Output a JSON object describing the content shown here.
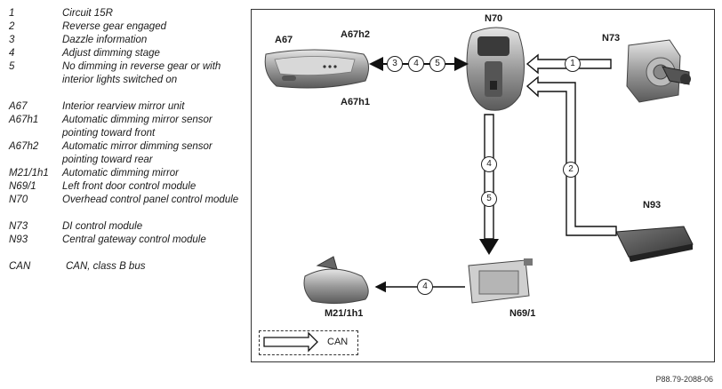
{
  "legend": [
    {
      "key": "1",
      "text": "Circuit 15R"
    },
    {
      "key": "2",
      "text": "Reverse gear engaged"
    },
    {
      "key": "3",
      "text": "Dazzle information"
    },
    {
      "key": "4",
      "text": "Adjust dimming stage"
    },
    {
      "key": "5",
      "text": "No dimming in reverse gear or with interior lights switched on"
    },
    {
      "key": "A67",
      "text": "Interior rearview mirror unit"
    },
    {
      "key": "A67h1",
      "text": "Automatic dimming mirror sensor pointing toward front"
    },
    {
      "key": "A67h2",
      "text": "Automatic mirror dimming sensor pointing toward rear"
    },
    {
      "key": "M21/1h1",
      "text": "Automatic dimming mirror"
    },
    {
      "key": "N69/1",
      "text": "Left front door control module"
    },
    {
      "key": "N70",
      "text": "Overhead control panel control module"
    },
    {
      "key": "N73",
      "text": "DI control module"
    },
    {
      "key": "N93",
      "text": "Central gateway control module"
    },
    {
      "key": "CAN",
      "text": "CAN, class B bus"
    }
  ],
  "diagram": {
    "labels": {
      "a67": "A67",
      "a67h2": "A67h2",
      "a67h1": "A67h1",
      "n70": "N70",
      "n73": "N73",
      "n93": "N93",
      "n69_1": "N69/1",
      "m21_1h1": "M21/1h1"
    },
    "signals": {
      "s1": "1",
      "s2": "2",
      "s3": "3",
      "s4a": "4",
      "s5a": "5",
      "s4b": "4",
      "s5b": "5",
      "s4c": "4"
    },
    "can_legend": "CAN"
  },
  "footer_code": "P88.79-2088-06"
}
